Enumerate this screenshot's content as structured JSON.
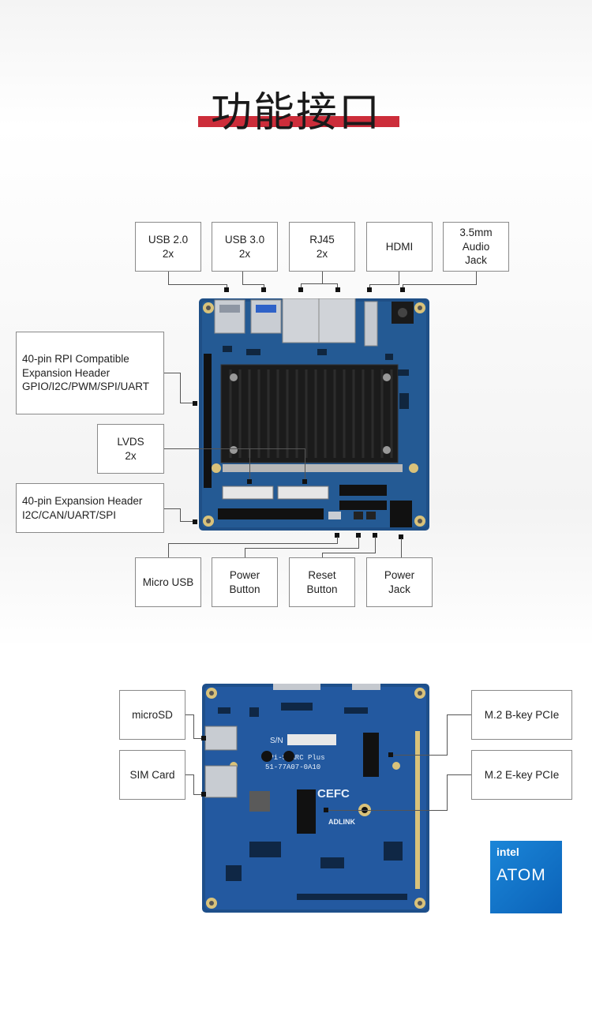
{
  "title": "功能接口",
  "colors": {
    "accent": "#cc2d3a",
    "board": "#1f4f86",
    "heatsink": "#1b1b1b",
    "intel_blue": "#0b6fc3"
  },
  "top_labels": {
    "usb20": "USB 2.0\n2x",
    "usb30": "USB 3.0\n2x",
    "rj45": "RJ45\n2x",
    "hdmi": "HDMI",
    "audio": "3.5mm\nAudio\nJack"
  },
  "left_labels": {
    "rpi_header": "40-pin RPI Compatible\nExpansion Header\nGPIO/I2C/PWM/SPI/UART",
    "lvds": "LVDS\n2x",
    "exp_header": "40-pin Expansion Header\nI2C/CAN/UART/SPI"
  },
  "bottom_labels": {
    "micro_usb": "Micro USB",
    "power_button": "Power\nButton",
    "reset_button": "Reset\nButton",
    "power_jack": "Power\nJack"
  },
  "back_labels": {
    "microsd": "microSD",
    "sim_card": "SIM Card",
    "m2_bkey": "M.2 B-key PCIe",
    "m2_ekey": "M.2 E-key PCIe"
  },
  "board_markings": {
    "sn": "S/N",
    "model": "IPi-SMARC Plus",
    "part": "51-77A07-0A10",
    "ce": "CEFC",
    "brand": "ADLINK"
  },
  "intel_badge": {
    "brand": "intel",
    "product": "ATOM"
  }
}
